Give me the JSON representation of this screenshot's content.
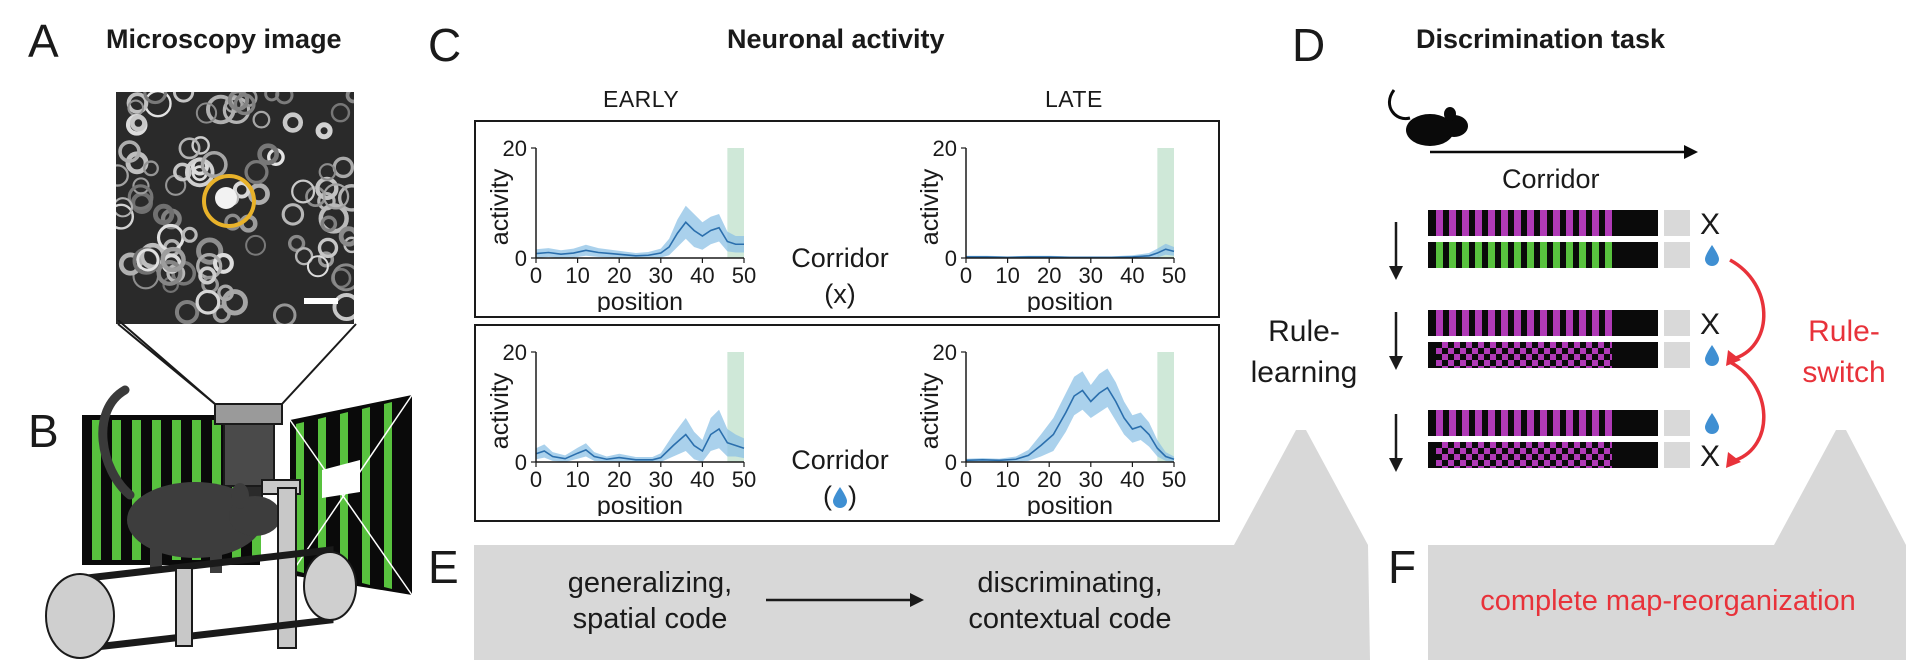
{
  "panels": {
    "a": {
      "letter": "A",
      "title": "Microscopy image"
    },
    "b": {
      "letter": "B"
    },
    "c": {
      "letter": "C",
      "title": "Neuronal activity",
      "col_early": "EARLY",
      "col_late": "LATE"
    },
    "d": {
      "letter": "D",
      "title": "Discrimination task",
      "corridor_label": "Corridor"
    },
    "e": {
      "letter": "E"
    },
    "f": {
      "letter": "F"
    }
  },
  "mid_labels": {
    "corridor_x_line1": "Corridor",
    "corridor_x_line2": "(x)",
    "corridor_drop_line1": "Corridor",
    "rule_learning_line1": "Rule-",
    "rule_learning_line2": "learning",
    "rule_switch_line1": "Rule-",
    "rule_switch_line2": "switch"
  },
  "task_rows": {
    "group1_row1_outcome": "X",
    "group2_row1_outcome": "X",
    "group3_row2_outcome": "X"
  },
  "bottom": {
    "e_left_line1": "generalizing,",
    "e_left_line2": "spatial code",
    "e_right_line1": "discriminating,",
    "e_right_line2": "contextual code",
    "f_text": "complete map-reorganization"
  },
  "colors": {
    "trace": "#2b6fad",
    "band": "#8ec2e6",
    "reward_zone": "#cfe8d8",
    "magenta": "#b03ab7",
    "green": "#58c23e",
    "red": "#e8323a",
    "gray_region": "#d8d8d8",
    "ring": "#e8b22a"
  },
  "chart_data": [
    {
      "type": "line",
      "id": "early_x",
      "xlabel": "position",
      "ylabel": "activity",
      "xlim": [
        0,
        50
      ],
      "ylim": [
        0,
        20
      ],
      "xticks": [
        "0",
        "10",
        "20",
        "30",
        "40",
        "50"
      ],
      "yticks": [
        "0",
        "20"
      ],
      "reward_zone": [
        46,
        50
      ],
      "x": [
        0,
        3,
        6,
        9,
        12,
        15,
        18,
        21,
        24,
        27,
        30,
        32,
        34,
        36,
        38,
        40,
        42,
        44,
        46,
        48,
        50
      ],
      "mean": [
        0.8,
        1.0,
        0.7,
        0.9,
        1.4,
        1.0,
        0.8,
        0.6,
        0.4,
        0.5,
        0.9,
        2.0,
        4.5,
        6.5,
        5.0,
        4.0,
        5.0,
        5.5,
        3.0,
        2.5,
        2.5
      ],
      "sem": [
        0.8,
        0.8,
        0.7,
        0.8,
        1.0,
        0.8,
        0.7,
        0.6,
        0.5,
        0.6,
        0.8,
        1.5,
        2.5,
        3.0,
        3.0,
        2.5,
        2.5,
        2.5,
        1.8,
        1.5,
        1.5
      ]
    },
    {
      "type": "line",
      "id": "late_x",
      "xlabel": "position",
      "ylabel": "activity",
      "xlim": [
        0,
        50
      ],
      "ylim": [
        0,
        20
      ],
      "xticks": [
        "0",
        "10",
        "20",
        "30",
        "40",
        "50"
      ],
      "yticks": [
        "0",
        "20"
      ],
      "reward_zone": [
        46,
        50
      ],
      "x": [
        0,
        5,
        10,
        15,
        20,
        25,
        30,
        35,
        40,
        44,
        46,
        48,
        50
      ],
      "mean": [
        0.2,
        0.2,
        0.1,
        0.2,
        0.2,
        0.1,
        0.1,
        0.1,
        0.2,
        0.4,
        0.9,
        1.6,
        1.2
      ],
      "sem": [
        0.2,
        0.2,
        0.2,
        0.2,
        0.2,
        0.2,
        0.2,
        0.2,
        0.3,
        0.5,
        0.8,
        1.0,
        0.8
      ]
    },
    {
      "type": "line",
      "id": "early_drop",
      "xlabel": "position",
      "ylabel": "activity",
      "xlim": [
        0,
        50
      ],
      "ylim": [
        0,
        20
      ],
      "xticks": [
        "0",
        "10",
        "20",
        "30",
        "40",
        "50"
      ],
      "yticks": [
        "0",
        "20"
      ],
      "reward_zone": [
        46,
        50
      ],
      "x": [
        0,
        2,
        4,
        7,
        10,
        12,
        14,
        17,
        20,
        24,
        28,
        30,
        33,
        36,
        38,
        40,
        42,
        44,
        46,
        48,
        50
      ],
      "mean": [
        1.5,
        2.0,
        1.0,
        0.6,
        1.6,
        2.2,
        1.0,
        0.5,
        0.8,
        0.4,
        0.4,
        0.8,
        3.0,
        5.0,
        3.0,
        2.0,
        5.0,
        6.0,
        3.5,
        3.0,
        2.5
      ],
      "sem": [
        1.0,
        1.2,
        0.8,
        0.6,
        1.0,
        1.2,
        0.8,
        0.5,
        0.7,
        0.5,
        0.5,
        0.8,
        2.0,
        3.0,
        2.5,
        2.0,
        3.0,
        3.5,
        2.5,
        2.0,
        1.8
      ]
    },
    {
      "type": "line",
      "id": "late_drop",
      "xlabel": "position",
      "ylabel": "activity",
      "xlim": [
        0,
        50
      ],
      "ylim": [
        0,
        20
      ],
      "xticks": [
        "0",
        "10",
        "20",
        "30",
        "40",
        "50"
      ],
      "yticks": [
        "0",
        "20"
      ],
      "reward_zone": [
        46,
        50
      ],
      "x": [
        0,
        4,
        8,
        12,
        15,
        18,
        21,
        24,
        26,
        28,
        30,
        32,
        34,
        36,
        38,
        40,
        42,
        44,
        46,
        48,
        50
      ],
      "mean": [
        0.3,
        0.4,
        0.3,
        0.5,
        1.2,
        3.0,
        5.0,
        9.0,
        12.0,
        13.0,
        11.0,
        12.5,
        13.5,
        11.0,
        8.0,
        6.0,
        6.5,
        5.0,
        2.5,
        1.0,
        0.5
      ],
      "sem": [
        0.3,
        0.3,
        0.3,
        0.5,
        1.0,
        2.0,
        3.0,
        3.5,
        3.5,
        3.5,
        3.0,
        3.5,
        3.5,
        3.5,
        3.0,
        2.5,
        2.5,
        2.2,
        1.5,
        0.8,
        0.5
      ]
    }
  ]
}
